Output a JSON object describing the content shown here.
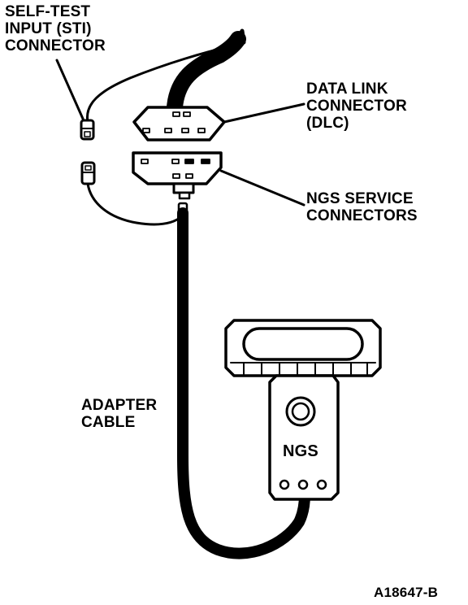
{
  "labels": {
    "sti": [
      "SELF-TEST",
      "INPUT (STI)",
      "CONNECTOR"
    ],
    "dlc": [
      "DATA LINK",
      "CONNECTOR",
      "(DLC)"
    ],
    "ngs_service": [
      "NGS SERVICE",
      "CONNECTORS"
    ],
    "adapter_cable": [
      "ADAPTER",
      "CABLE"
    ],
    "ngs_unit": "NGS",
    "figure_id": "A18647-B"
  }
}
